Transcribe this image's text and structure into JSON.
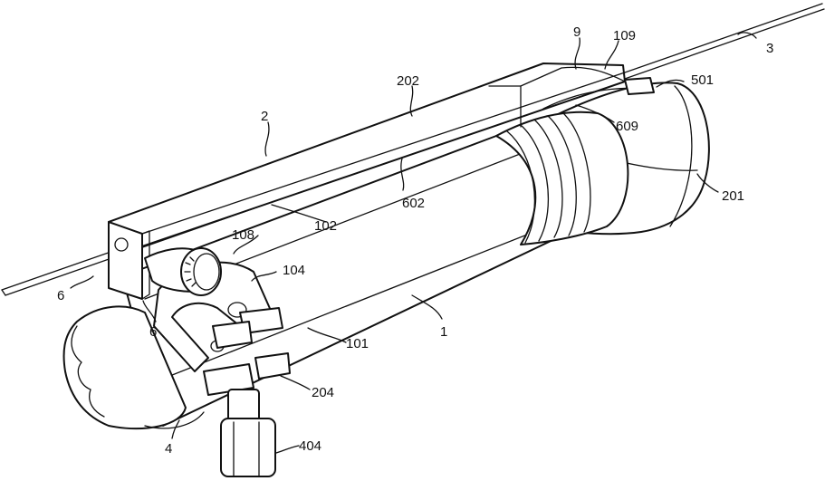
{
  "figure": {
    "background": "#ffffff",
    "line_color": "#111111",
    "reference_labels": {
      "l2": "2",
      "l202": "202",
      "l9": "9",
      "l109": "109",
      "l3": "3",
      "l501": "501",
      "l609": "609",
      "l201": "201",
      "l602": "602",
      "l102": "102",
      "l108": "108",
      "l104": "104",
      "l1": "1",
      "l101": "101",
      "l6a": "6",
      "l6b": "6",
      "l204": "204",
      "l4": "4",
      "l404": "404"
    }
  }
}
